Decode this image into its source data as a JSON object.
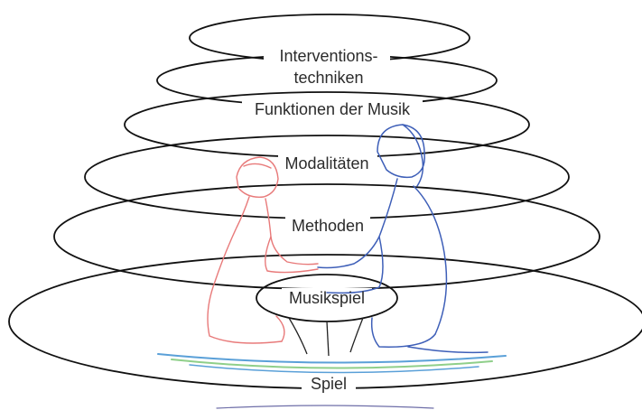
{
  "diagram": {
    "layers": [
      {
        "id": "interventionstechniken",
        "label_line1": "Interventions-",
        "label_line2": "techniken"
      },
      {
        "id": "funktionen",
        "label": "Funktionen der Musik"
      },
      {
        "id": "modalitaeten",
        "label": "Modalitäten"
      },
      {
        "id": "methoden",
        "label": "Methoden"
      },
      {
        "id": "musikspiel",
        "label": "Musikspiel"
      },
      {
        "id": "spiel",
        "label": "Spiel"
      }
    ],
    "colors": {
      "ellipse_stroke": "#111111",
      "child_stroke": "#e87a7a",
      "adult_stroke": "#3e5fb8",
      "ground_blue": "#5aa0d8",
      "ground_green": "#8fcf8a"
    }
  }
}
